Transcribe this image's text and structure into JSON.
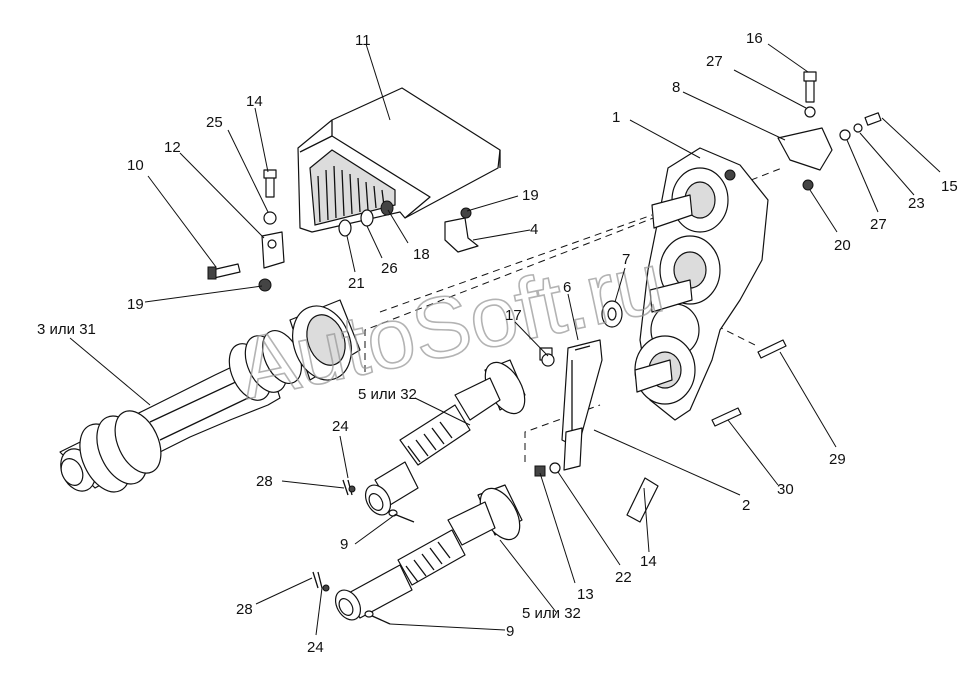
{
  "watermark": "AutoSoft.ru",
  "labels": {
    "l1": "1",
    "l2": "2",
    "l3": "3 или 31",
    "l4": "4",
    "l5a": "5 или 32",
    "l5b": "5 или 32",
    "l6": "6",
    "l7": "7",
    "l8": "8",
    "l9a": "9",
    "l9b": "9",
    "l10": "10",
    "l11": "11",
    "l12": "12",
    "l13": "13",
    "l14a": "14",
    "l14b": "14",
    "l15": "15",
    "l16": "16",
    "l17": "17",
    "l18": "18",
    "l19a": "19",
    "l19b": "19",
    "l20": "20",
    "l21": "21",
    "l22": "22",
    "l23": "23",
    "l24a": "24",
    "l24b": "24",
    "l25": "25",
    "l26": "26",
    "l27a": "27",
    "l27b": "27",
    "l28a": "28",
    "l28b": "28",
    "l29": "29",
    "l30": "30"
  },
  "icons": {
    "gearbox": "gearbox-housing",
    "guard": "shaft-guard-cover",
    "pto_shaft": "pto-driveshaft",
    "cardan": "cardan-shaft"
  }
}
